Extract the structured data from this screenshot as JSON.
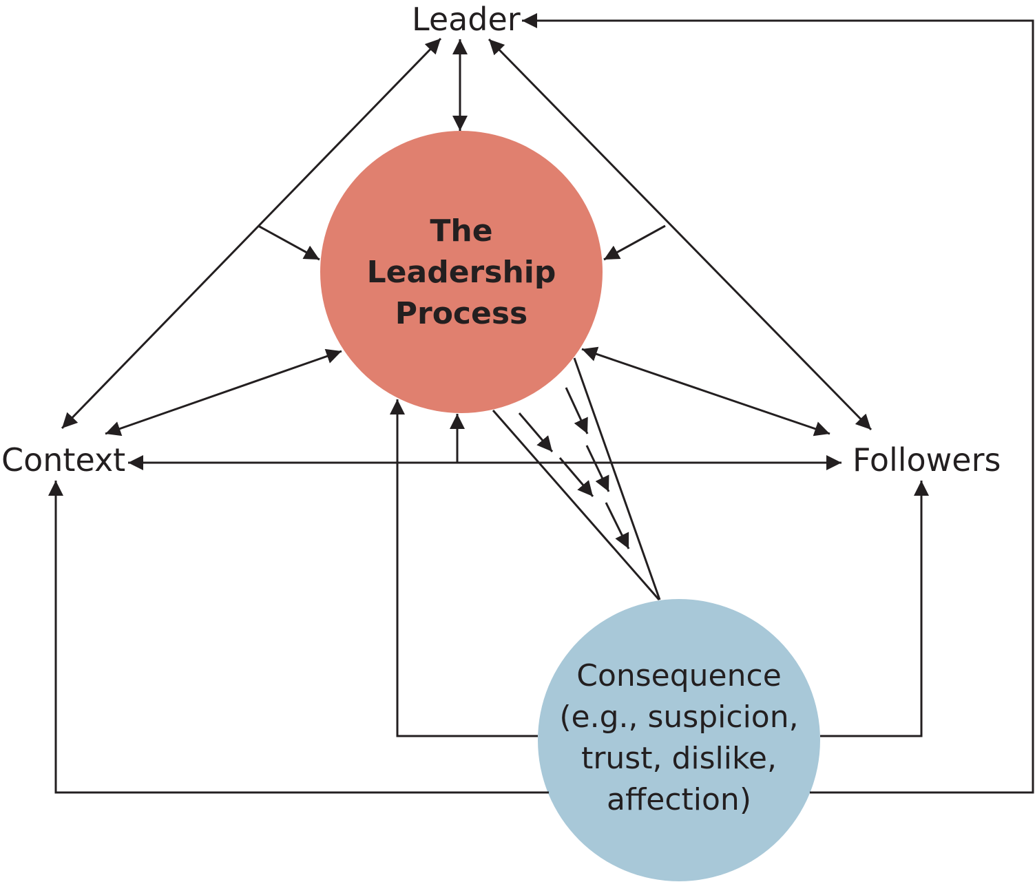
{
  "colors": {
    "process_fill": "#e0806f",
    "consequence_fill": "#a8c8d8",
    "line": "#231f20"
  },
  "nodes": {
    "leader": "Leader",
    "context": "Context",
    "followers": "Followers",
    "process": [
      "The",
      "Leadership",
      "Process"
    ],
    "consequence": [
      "Consequence",
      "(e.g., suspicion,",
      "trust, dislike,",
      "affection)"
    ]
  }
}
